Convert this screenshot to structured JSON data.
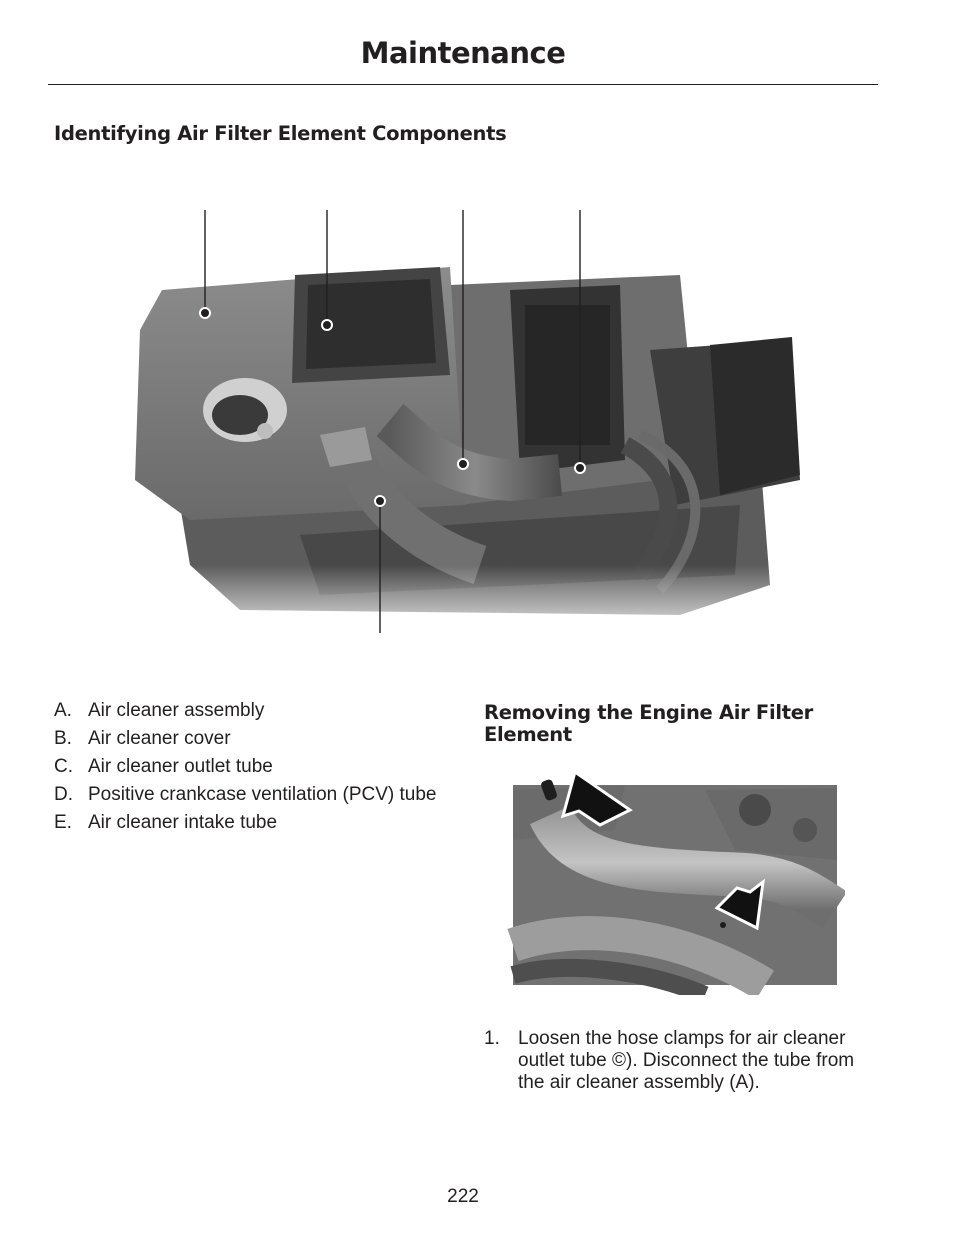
{
  "header": {
    "title": "Maintenance"
  },
  "section": {
    "heading": "Identifying Air Filter Element Components"
  },
  "legend": {
    "items": [
      {
        "letter": "A.",
        "text": "Air cleaner assembly"
      },
      {
        "letter": "B.",
        "text": "Air cleaner cover"
      },
      {
        "letter": "C.",
        "text": "Air cleaner outlet tube"
      },
      {
        "letter": "D.",
        "text": "Positive crankcase ventilation (PCV) tube"
      },
      {
        "letter": "E.",
        "text": "Air cleaner intake tube"
      }
    ]
  },
  "removal": {
    "heading": "Removing the Engine Air Filter Element",
    "steps": [
      {
        "number": "1.",
        "text": "Loosen the hose clamps for air cleaner outlet tube ©). Disconnect the tube from the air cleaner assembly (A)."
      }
    ]
  },
  "figures": {
    "engine": {
      "icon": "engine-bay-illustration",
      "callouts": 5
    },
    "hose": {
      "icon": "hose-clamp-illustration",
      "arrows": 2
    }
  },
  "footer": {
    "page_number": "222"
  },
  "colors": {
    "text": "#231f20",
    "illustration_mid": "#7a7a7a",
    "illustration_dark": "#2e2e2e"
  }
}
